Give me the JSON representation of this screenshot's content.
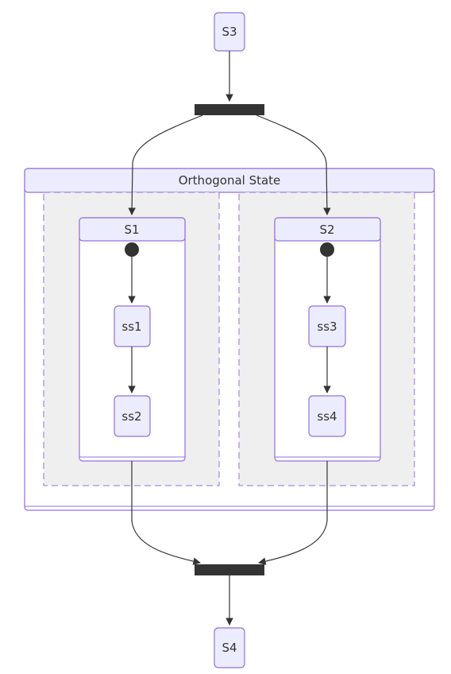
{
  "diagram": {
    "type": "state-diagram",
    "states": {
      "s3": "S3",
      "s4": "S4",
      "composite": "Orthogonal State",
      "s1": "S1",
      "s2": "S2",
      "ss1": "ss1",
      "ss2": "ss2",
      "ss3": "ss3",
      "ss4": "ss4"
    },
    "transitions": [
      {
        "from": "S3",
        "to": "fork"
      },
      {
        "from": "fork",
        "to": "S1"
      },
      {
        "from": "fork",
        "to": "S2"
      },
      {
        "from": "S1.start",
        "to": "ss1"
      },
      {
        "from": "ss1",
        "to": "ss2"
      },
      {
        "from": "S2.start",
        "to": "ss3"
      },
      {
        "from": "ss3",
        "to": "ss4"
      },
      {
        "from": "S1",
        "to": "join"
      },
      {
        "from": "S2",
        "to": "join"
      },
      {
        "from": "join",
        "to": "S4"
      }
    ],
    "colors": {
      "state_fill": "#ececff",
      "state_stroke": "#9370db",
      "region_fill": "#efefef",
      "edge": "#333333",
      "bar": "#333333"
    }
  }
}
